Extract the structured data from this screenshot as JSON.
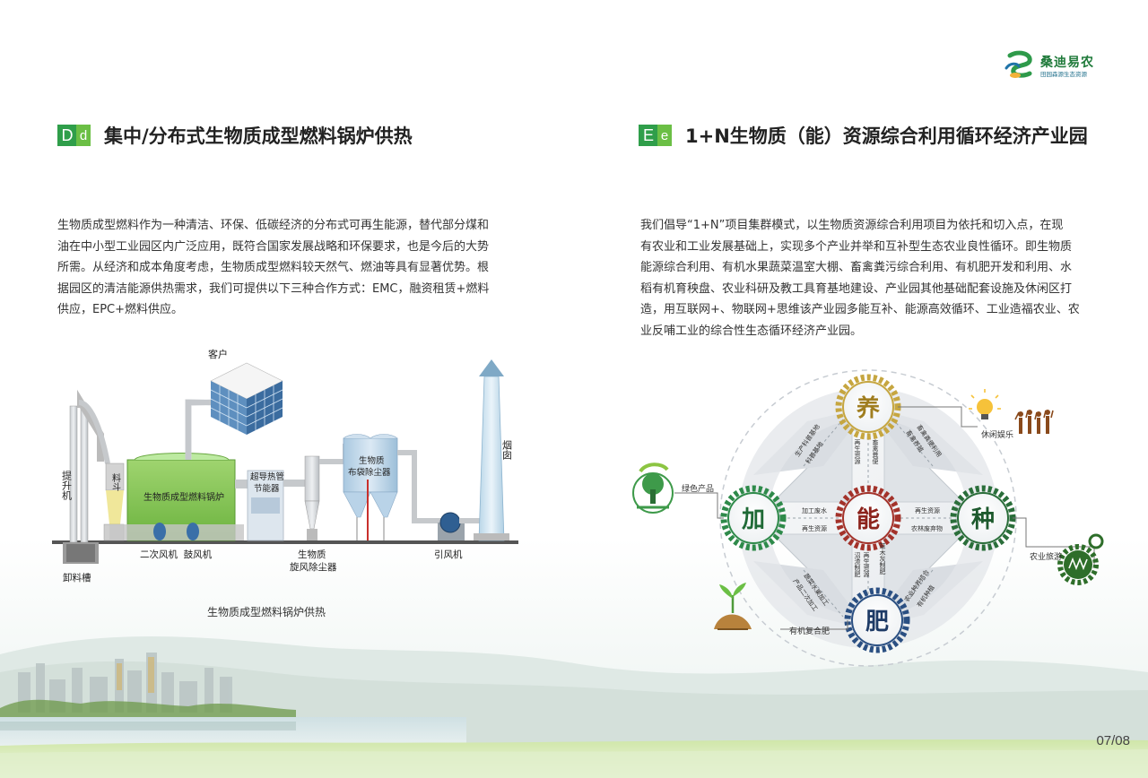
{
  "logo": {
    "name": "桑迪易农",
    "sub": "田园森源生态资源"
  },
  "left": {
    "badge": [
      "D",
      "d"
    ],
    "title": "集中/分布式生物质成型燃料锅炉供热",
    "paragraph": [
      "生物质成型燃料作为一种清洁、环保、低碳经济的分布式可再生能源，替代部分煤和",
      "油在中小型工业园区内广泛应用，既符合国家发展战略和环保要求，也是今后的大势",
      "所需。从经济和成本角度考虑，生物质成型燃料较天然气、燃油等具有显著优势。根",
      "据园区的清洁能源供热需求，我们可提供以下三种合作方式：EMC，融资租赁+燃料",
      "供应，EPC+燃料供应。"
    ],
    "diagram": {
      "customer": "客户",
      "chimney": "烟囱",
      "lift": "提升机",
      "hopper": "料斗",
      "boiler": "生物质成型燃料锅炉",
      "economizer": [
        "超导热管",
        "节能器"
      ],
      "bagfilter": [
        "生物质",
        "布袋除尘器"
      ],
      "fans": "二次风机  鼓风机",
      "cyclone": [
        "生物质",
        "旋风除尘器"
      ],
      "idfan": "引风机",
      "trough": "卸料槽"
    },
    "caption": "生物质成型燃料锅炉供热"
  },
  "right": {
    "badge": [
      "E",
      "e"
    ],
    "title": "1+N生物质（能）资源综合利用循环经济产业园",
    "paragraph": [
      "我们倡导“1+N”项目集群模式，以生物质资源综合利用项目为依托和切入点，在现",
      "有农业和工业发展基础上，实现多个产业并举和互补型生态农业良性循环。即生物质",
      "能源综合利用、有机水果蔬菜温室大棚、畜禽粪污综合利用、有机肥开发和利用、水",
      "稻有机育秧盘、农业科研及教工具育基地建设、产业园其他基础配套设施及休闲区打",
      "造，用互联网+、物联网+思维该产业园多能互补、能源高效循环、工业造福农业、农",
      "业反哺工业的综合性生态循环经济产业园。"
    ],
    "cycle": {
      "top": "养",
      "left": "加",
      "center": "能",
      "right": "种",
      "bottom": "肥",
      "ext_leisure": "休闲娱乐",
      "ext_green": "绿色产品",
      "ext_agritour": "农业旅游",
      "ext_fertilizer": "有机复合肥",
      "lbl_top_left": "生产科普基地",
      "lbl_top_left2": "科普基地",
      "lbl_top_right": "畜禽养殖",
      "lbl_top_right2": "畜禽粪便利用",
      "lbl_c_top1": "再生资源",
      "lbl_c_top2": "畜禽粪便",
      "lbl_c_left1": "加工废水",
      "lbl_c_left2": "再生资源",
      "lbl_c_right1": "再生资源",
      "lbl_c_right2": "农林废弃物",
      "lbl_c_bottom1": "沼渣制肥",
      "lbl_c_bottom2": "再生资源",
      "lbl_c_bottom3": "草木灰制肥",
      "lbl_bottom_left": "蔬菜水果加工",
      "lbl_bottom_left2": "产品二次加工",
      "lbl_bottom_right": "农业种养结合",
      "lbl_bottom_right2": "有机种植"
    }
  },
  "page_number": "07/08"
}
